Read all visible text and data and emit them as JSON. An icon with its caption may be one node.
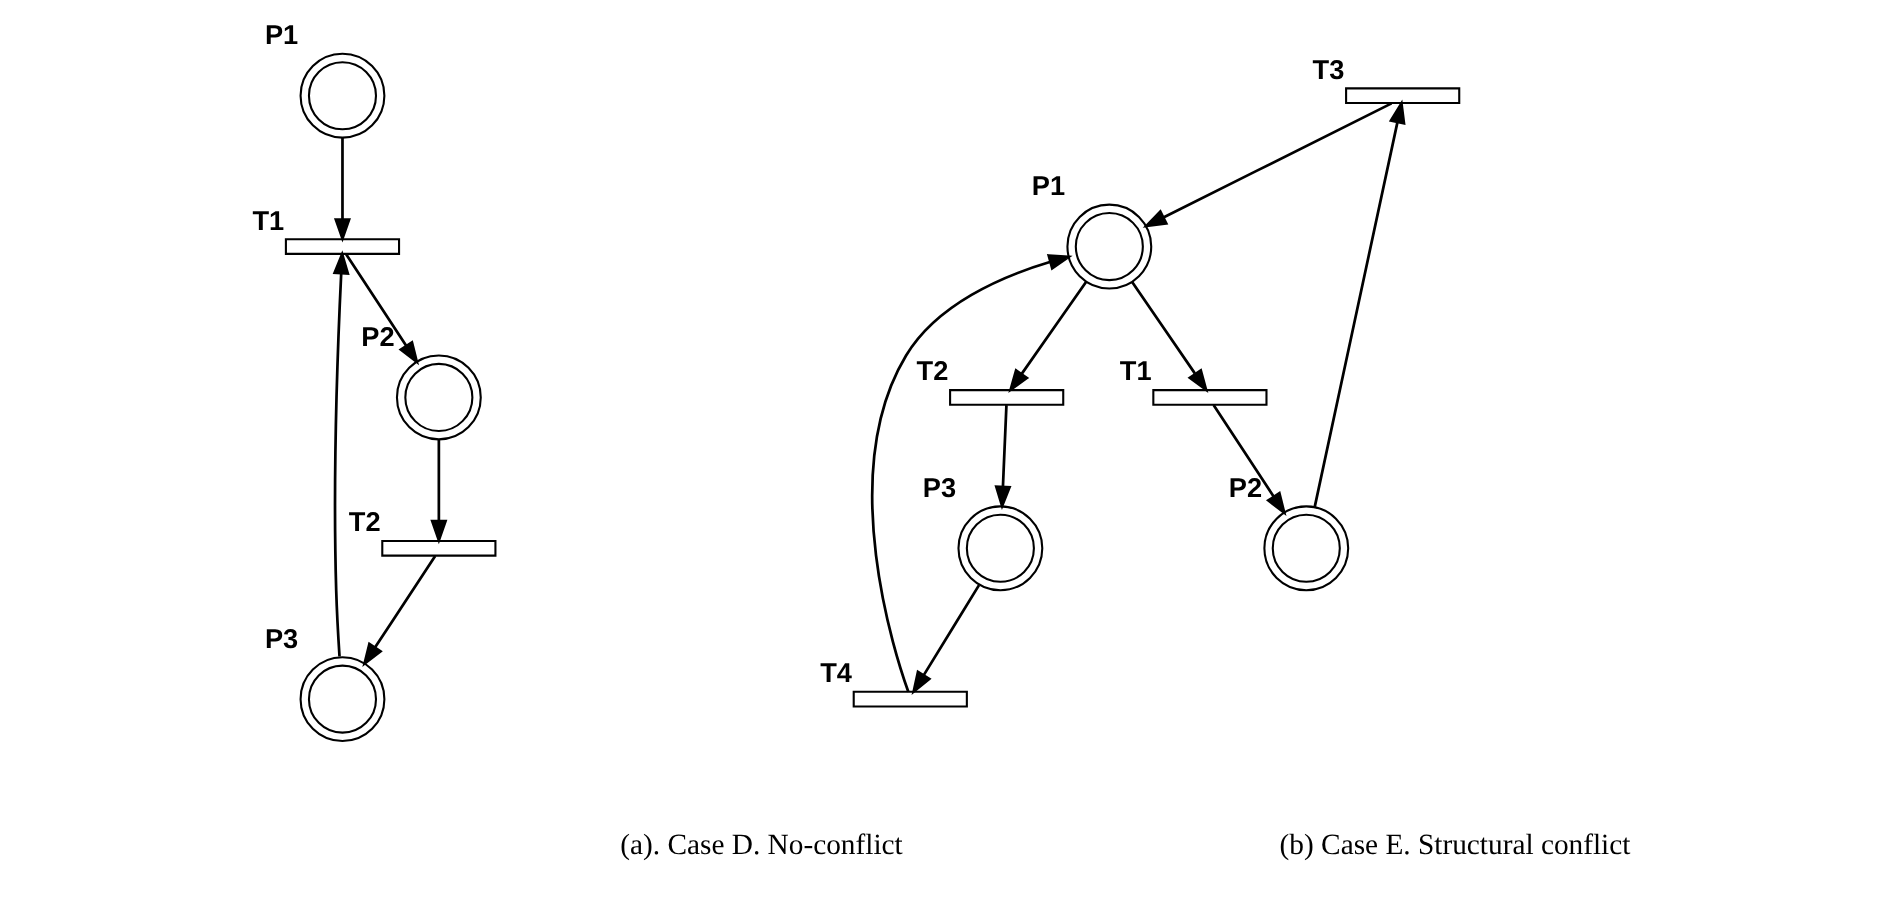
{
  "diagram": {
    "nodes": [
      {
        "text": [],
        "shape": "circle",
        "beside": [
          "P1"
        ]
      },
      {
        "text": [],
        "shape": "bar",
        "beside": [
          "T1"
        ]
      },
      {
        "text": [],
        "shape": "circle",
        "beside": [
          "P2"
        ]
      },
      {
        "text": [],
        "shape": "circle",
        "beside": [
          "P3"
        ]
      },
      {
        "text": [],
        "shape": "bar",
        "beside": [
          "T2"
        ]
      },
      {
        "text": [],
        "shape": "circle",
        "beside": [
          "P1"
        ]
      },
      {
        "text": [],
        "shape": "bar",
        "beside": [
          "T1"
        ]
      },
      {
        "text": [],
        "shape": "bar",
        "beside": [
          "T2"
        ]
      },
      {
        "text": [],
        "shape": "circle",
        "beside": [
          "P2"
        ]
      },
      {
        "text": [],
        "shape": "circle",
        "beside": [
          "P3"
        ]
      },
      {
        "text": [],
        "shape": "bar",
        "beside": [
          "T3"
        ]
      },
      {
        "text": [],
        "shape": "bar",
        "beside": [
          "T4"
        ]
      }
    ],
    "edges": [
      {
        "from": 0,
        "to": 1,
        "arrow": "to"
      },
      {
        "from": 3,
        "to": 1,
        "arrow": "to"
      },
      {
        "from": 1,
        "to": 2,
        "arrow": "to"
      },
      {
        "from": 2,
        "to": 4,
        "arrow": "to"
      },
      {
        "from": 4,
        "to": 3,
        "arrow": "to"
      },
      {
        "from": 5,
        "to": 6,
        "arrow": "to"
      },
      {
        "from": 5,
        "to": 7,
        "arrow": "to"
      },
      {
        "from": 6,
        "to": 8,
        "arrow": "to"
      },
      {
        "from": 7,
        "to": 9,
        "arrow": "to"
      },
      {
        "from": 8,
        "to": 10,
        "arrow": "to"
      },
      {
        "from": 9,
        "to": 11,
        "arrow": "to"
      },
      {
        "from": 10,
        "to": 5,
        "arrow": "to"
      },
      {
        "from": 11,
        "to": 5,
        "arrow": "to"
      }
    ],
    "labels": [
      "(a). Case D. No-conflict",
      "(b) Case E. Structural conflict"
    ]
  }
}
